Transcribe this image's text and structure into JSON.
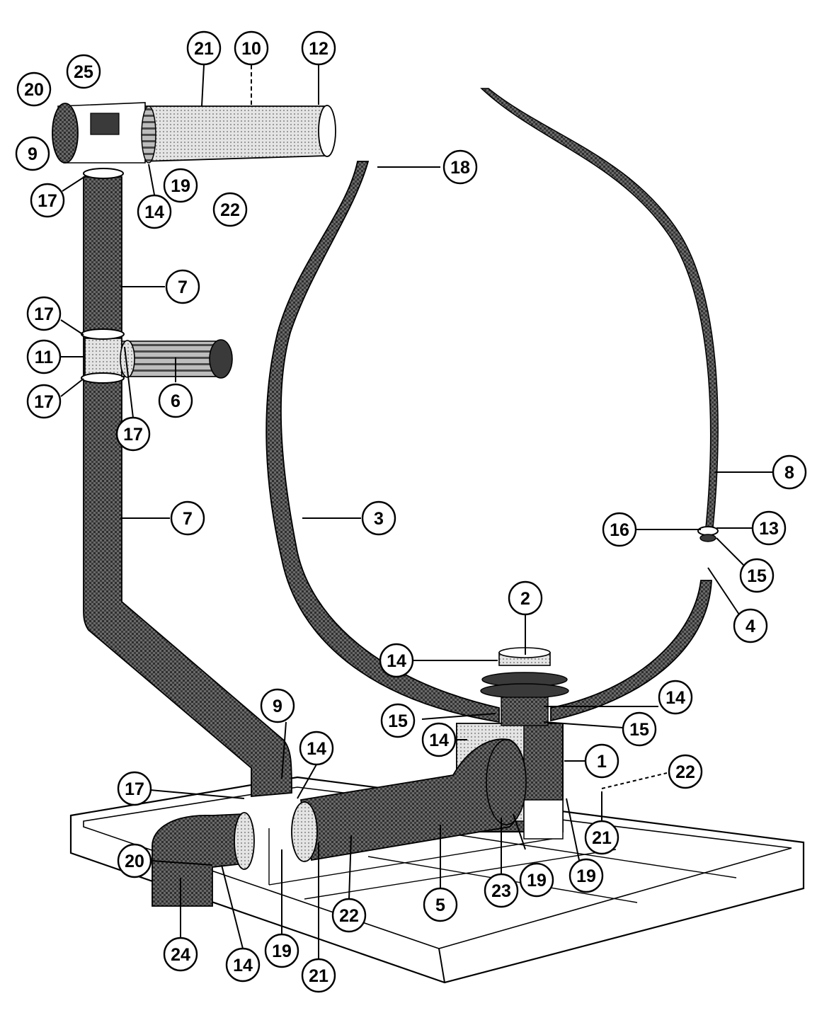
{
  "colors": {
    "ink": "#000000",
    "hose_fill": "#5a5a5a",
    "hose_pattern": "#2a2a2a",
    "light_part": "#d6d6d6",
    "paper": "#ffffff"
  },
  "parts": {
    "base_pan": "base-pan",
    "blower_housing": "blower-housing",
    "blower_outlet": "blower-outlet",
    "main_duct": "main-duct",
    "return_hose": "return-hose",
    "wire_hose": "wire-hose",
    "riser_hose": "riser-hose",
    "branch_hose": "branch-hose",
    "top_assembly": "top-assembly",
    "elbow": "elbow"
  },
  "callouts": [
    {
      "id": "c-21-top",
      "label": "21"
    },
    {
      "id": "c-10",
      "label": "10"
    },
    {
      "id": "c-12",
      "label": "12"
    },
    {
      "id": "c-20-top",
      "label": "20"
    },
    {
      "id": "c-25",
      "label": "25"
    },
    {
      "id": "c-9-top",
      "label": "9"
    },
    {
      "id": "c-18",
      "label": "18"
    },
    {
      "id": "c-17-a",
      "label": "17"
    },
    {
      "id": "c-14-top",
      "label": "14"
    },
    {
      "id": "c-19-top",
      "label": "19"
    },
    {
      "id": "c-22-top",
      "label": "22"
    },
    {
      "id": "c-7-upper",
      "label": "7"
    },
    {
      "id": "c-17-b",
      "label": "17"
    },
    {
      "id": "c-11",
      "label": "11"
    },
    {
      "id": "c-17-c",
      "label": "17"
    },
    {
      "id": "c-6",
      "label": "6"
    },
    {
      "id": "c-17-d",
      "label": "17"
    },
    {
      "id": "c-7-lower",
      "label": "7"
    },
    {
      "id": "c-3",
      "label": "3"
    },
    {
      "id": "c-8",
      "label": "8"
    },
    {
      "id": "c-16",
      "label": "16"
    },
    {
      "id": "c-13",
      "label": "13"
    },
    {
      "id": "c-15-right",
      "label": "15"
    },
    {
      "id": "c-4",
      "label": "4"
    },
    {
      "id": "c-2",
      "label": "2"
    },
    {
      "id": "c-14-outlet",
      "label": "14"
    },
    {
      "id": "c-14-right",
      "label": "14"
    },
    {
      "id": "c-15-left",
      "label": "15"
    },
    {
      "id": "c-15-mid",
      "label": "15"
    },
    {
      "id": "c-9-bottom",
      "label": "9"
    },
    {
      "id": "c-14-housing",
      "label": "14"
    },
    {
      "id": "c-1",
      "label": "1"
    },
    {
      "id": "c-14-bend",
      "label": "14"
    },
    {
      "id": "c-22-right",
      "label": "22"
    },
    {
      "id": "c-17-bottom",
      "label": "17"
    },
    {
      "id": "c-21-right",
      "label": "21"
    },
    {
      "id": "c-20-bottom",
      "label": "20"
    },
    {
      "id": "c-19-right",
      "label": "19"
    },
    {
      "id": "c-19-mid",
      "label": "19"
    },
    {
      "id": "c-23",
      "label": "23"
    },
    {
      "id": "c-5",
      "label": "5"
    },
    {
      "id": "c-22-bottom",
      "label": "22"
    },
    {
      "id": "c-19-bottom",
      "label": "19"
    },
    {
      "id": "c-24",
      "label": "24"
    },
    {
      "id": "c-14-bottom",
      "label": "14"
    },
    {
      "id": "c-21-bottom",
      "label": "21"
    }
  ]
}
